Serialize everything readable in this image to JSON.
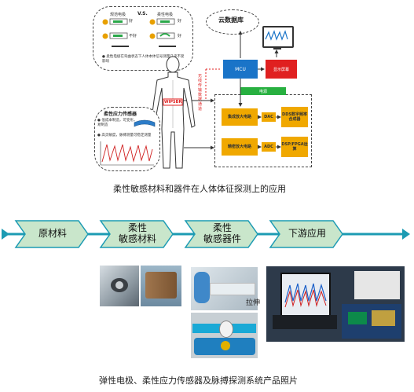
{
  "diagram1": {
    "comparison_vs": "V.S.",
    "mode_left": "规范电极",
    "mode_right": "柔性电极",
    "state_1": "好",
    "state_2": "不好",
    "state_3": "好",
    "state_4": "好",
    "compare_note": "● 柔性电极在弯曲状态下人体本体信号测量几乎不受影响",
    "cloud_label": "云数据库",
    "mcu_label": "MCU",
    "display_label": "显示屏幕",
    "power_label": "电源",
    "wireless_label": "无线传输数据通道",
    "body_label": "WIPSBR",
    "sensor_title": "柔性应力传感器",
    "sensor_note_1": "● 低成本制造，可变形，易制造",
    "sensor_note_2": "● 高灵敏度，脉搏测量可稳定测量",
    "amp_1": "集成放大电路",
    "dac_label": "DAC",
    "dds_label": "DDS数字频率合成器",
    "amp_2": "精密放大电路",
    "adc_label": "ADC",
    "dsp_label": "DSP/FPGA运算",
    "caption": "柔性敏感材料和器件在人体体征探测上的应用"
  },
  "process": {
    "steps": [
      "原材料",
      "柔性\n敏感材料",
      "柔性\n敏感器件",
      "下游应用"
    ],
    "stretch_label": "拉伸",
    "caption": "弹性电极、柔性应力传感器及脉搏探测系统产品照片"
  },
  "colors": {
    "process_line": "#1c9bb3",
    "chevron_fill": "#c9e6cb",
    "mcu_fill": "#1a74c8",
    "display_fill": "#e02020",
    "power_fill": "#28b040",
    "block_fill": "#f0a800"
  }
}
